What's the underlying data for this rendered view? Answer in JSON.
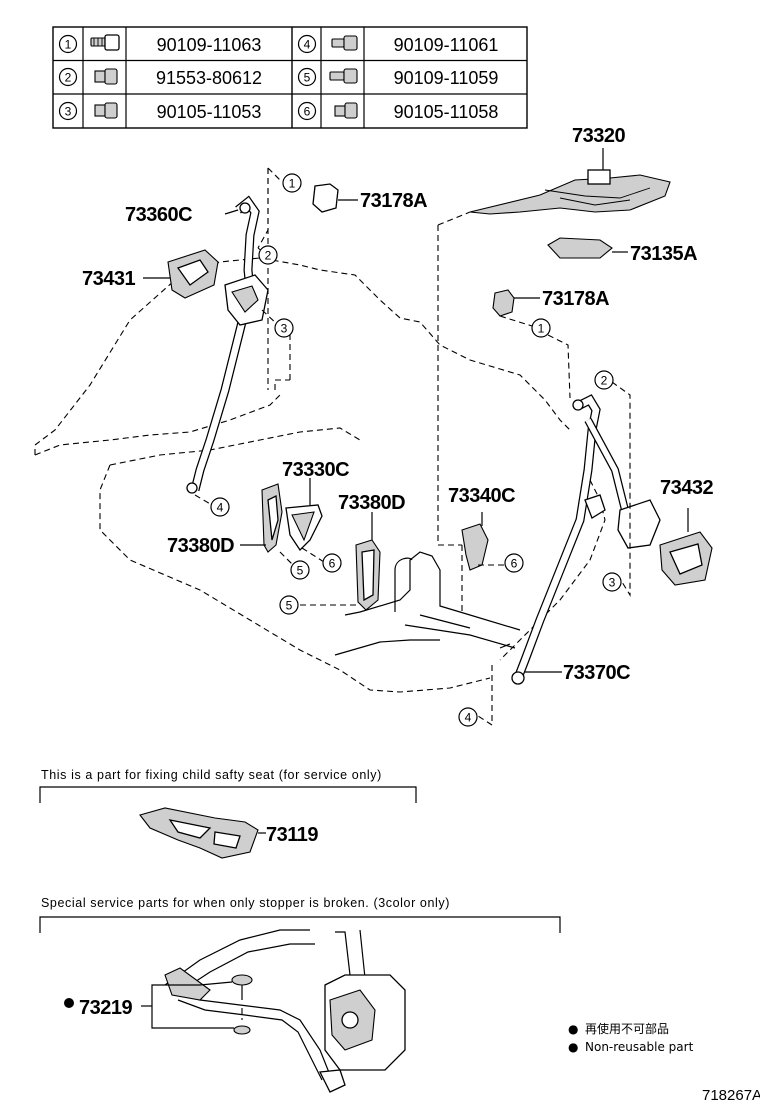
{
  "fastener_table": [
    {
      "left_index": "1",
      "left_part": "90109-11063",
      "right_index": "4",
      "right_part": "90109-11061"
    },
    {
      "left_index": "2",
      "left_part": "91553-80612",
      "right_index": "5",
      "right_part": "90109-11059"
    },
    {
      "left_index": "3",
      "left_part": "90105-11053",
      "right_index": "6",
      "right_part": "90105-11058"
    }
  ],
  "part_labels": {
    "p73320": "73320",
    "p73178A_left": "73178A",
    "p73360C": "73360C",
    "p73135A": "73135A",
    "p73431": "73431",
    "p73178A_right": "73178A",
    "p73330C": "73330C",
    "p73380D_center": "73380D",
    "p73340C": "73340C",
    "p73432": "73432",
    "p73380D_left": "73380D",
    "p73370C": "73370C",
    "p73119": "73119",
    "p73219": "73219"
  },
  "callouts": {
    "c1_left": "1",
    "c2_left": "2",
    "c3_left": "3",
    "c4_left": "4",
    "c5_left": "5",
    "c6_left": "6",
    "c5_center": "5",
    "c6_right": "6",
    "c1_right": "1",
    "c2_right": "2",
    "c3_right": "3",
    "c4_bottom": "4"
  },
  "notes": {
    "child_seat": "This is a part for fixing child safty seat (for service only)",
    "stopper": "Special service parts for when only stopper is broken. (3color only)"
  },
  "legend": {
    "symbol": "●",
    "line1": "再使用不可部品",
    "line2": "Non-reusable part"
  },
  "figure_number": "718267A"
}
